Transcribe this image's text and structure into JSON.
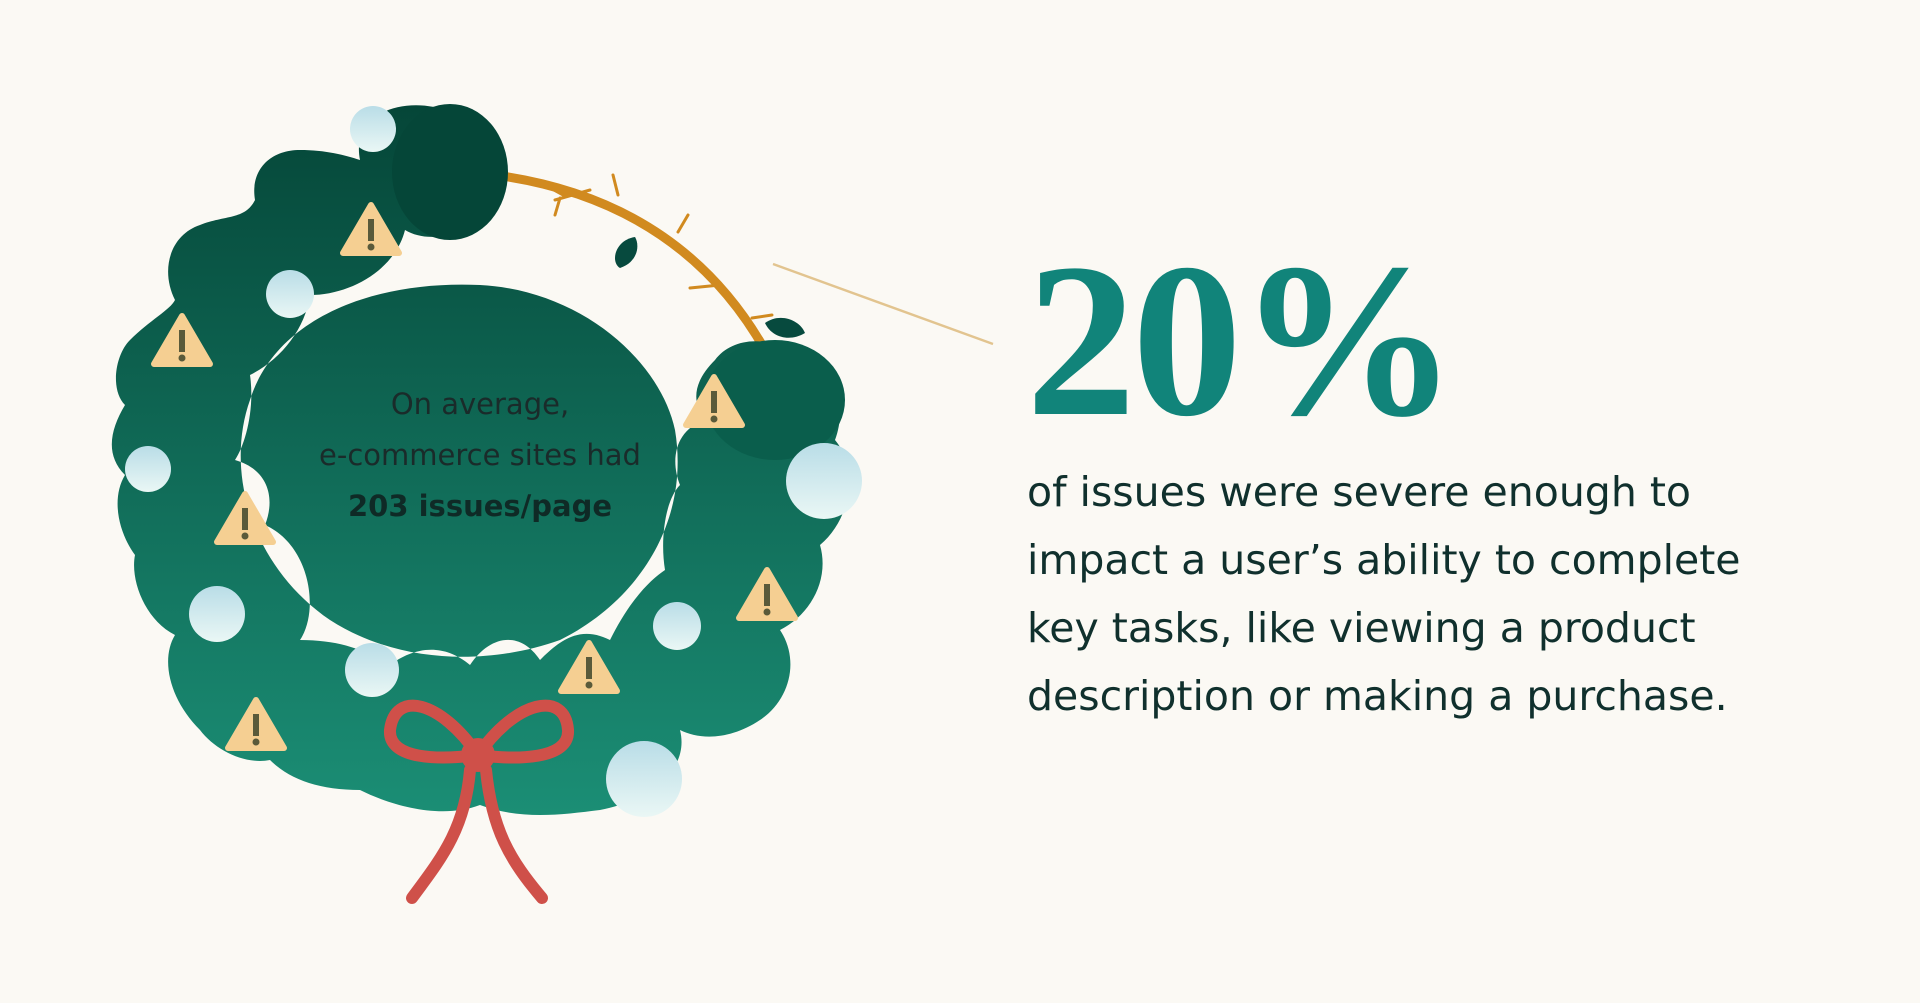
{
  "wreath": {
    "line1": "On average,",
    "line2": "e-commerce sites had",
    "line3": "203 issues/page"
  },
  "stat": {
    "percent": "20%",
    "description_lines": [
      "of issues were severe enough to",
      "impact a user’s ability to complete",
      "key tasks, like viewing a product",
      "description or making a purchase."
    ]
  },
  "colors": {
    "background": "#fbf9f4",
    "wreath_dark": "#074a3e",
    "wreath_light": "#1a8a72",
    "accent_teal": "#11847a",
    "branch": "#d18a1f",
    "bow": "#cf5049",
    "warning": "#f5cf92",
    "ornament": "#c9e8ee",
    "text_dark": "#10302d"
  },
  "icons": {
    "warning": "warning-triangle-icon",
    "ornament": "ornament-ball-icon",
    "bow": "ribbon-bow-icon",
    "leaf": "leaf-icon"
  }
}
